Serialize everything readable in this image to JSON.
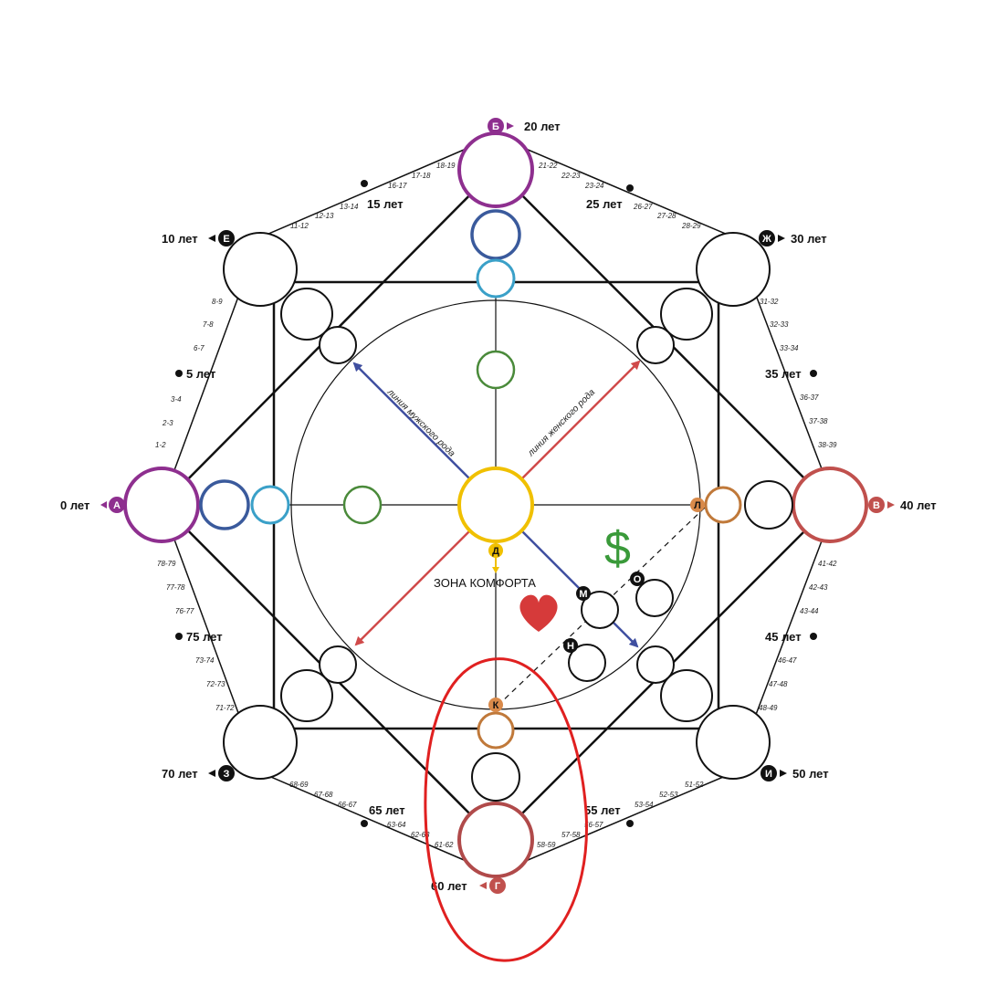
{
  "colors": {
    "purple": "#8e2f8f",
    "red": "#c0504d",
    "orange": "#c0793a",
    "dark_blue": "#3a5a9c",
    "light_blue": "#3aa0c8",
    "green": "#4a8a3a",
    "yellow": "#f0c000",
    "black": "#111111",
    "male_arrow": "#3f4fa0",
    "female_arrow": "#d04a4a",
    "dollar": "#3a9a3a",
    "heart": "#d63a3a",
    "annotation": "#e02020"
  },
  "points": {
    "A": "А",
    "B": "Б",
    "V": "В",
    "G": "Г",
    "D": "Д",
    "E": "Е",
    "Zh": "Ж",
    "Z": "З",
    "I": "И",
    "K": "К",
    "L": "Л",
    "M": "М",
    "N": "Н",
    "O": "О"
  },
  "ages": {
    "a0": "0 лет",
    "a5": "5 лет",
    "a10": "10 лет",
    "a15": "15 лет",
    "a20": "20 лет",
    "a25": "25 лет",
    "a30": "30 лет",
    "a35": "35 лет",
    "a40": "40 лет",
    "a45": "45 лет",
    "a50": "50 лет",
    "a55": "55 лет",
    "a60": "60 лет",
    "a65": "65 лет",
    "a70": "70 лет",
    "a75": "75 лет"
  },
  "ranges": {
    "r1_2": "1-2",
    "r2_3": "2-3",
    "r3_4": "3-4",
    "r6_7": "6-7",
    "r7_8": "7-8",
    "r8_9": "8-9",
    "r11_12": "11-12",
    "r12_13": "12-13",
    "r13_14": "13-14",
    "r16_17": "16-17",
    "r17_18": "17-18",
    "r18_19": "18-19",
    "r21_22": "21-22",
    "r22_23": "22-23",
    "r23_24": "23-24",
    "r26_27": "26-27",
    "r27_28": "27-28",
    "r28_29": "28-29",
    "r31_32": "31-32",
    "r32_33": "32-33",
    "r33_34": "33-34",
    "r36_37": "36-37",
    "r37_38": "37-38",
    "r38_39": "38-39",
    "r41_42": "41-42",
    "r42_43": "42-43",
    "r43_44": "43-44",
    "r46_47": "46-47",
    "r47_48": "47-48",
    "r48_49": "48-49",
    "r51_52": "51-52",
    "r52_53": "52-53",
    "r53_54": "53-54",
    "r56_57": "56-57",
    "r57_58": "57-58",
    "r58_59": "58-59",
    "r61_62": "61-62",
    "r62_63": "62-63",
    "r63_64": "63-64",
    "r66_67": "66-67",
    "r67_68": "67-68",
    "r68_69": "68-69",
    "r71_72": "71-72",
    "r72_73": "72-73",
    "r73_74": "73-74",
    "r76_77": "76-77",
    "r77_78": "77-78",
    "r78_79": "78-79"
  },
  "lines": {
    "male": "линия мужского рода",
    "female": "линия женского рода"
  },
  "comfort_zone": "ЗОНА КОМФОРТА",
  "dollar_symbol": "$",
  "heart_symbol": "♥",
  "icons": {
    "dollar": "dollar-icon",
    "heart": "heart-icon"
  }
}
